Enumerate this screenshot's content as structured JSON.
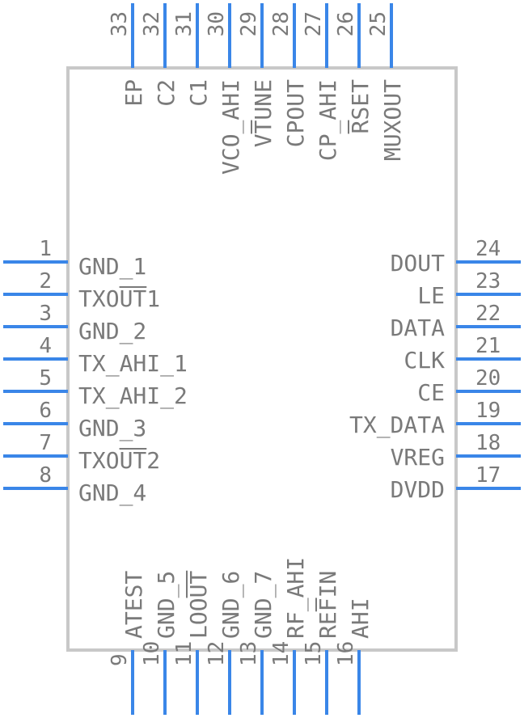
{
  "component": {
    "left_pins": [
      {
        "number": "1",
        "name": "GND_1"
      },
      {
        "number": "2",
        "name": "TXOUT1"
      },
      {
        "number": "3",
        "name": "GND_2"
      },
      {
        "number": "4",
        "name": "TX_AHI_1"
      },
      {
        "number": "5",
        "name": "TX_AHI_2"
      },
      {
        "number": "6",
        "name": "GND_3"
      },
      {
        "number": "7",
        "name": "TXOUT2"
      },
      {
        "number": "8",
        "name": "GND_4"
      }
    ],
    "right_pins": [
      {
        "number": "24",
        "name": "DOUT"
      },
      {
        "number": "23",
        "name": "LE"
      },
      {
        "number": "22",
        "name": "DATA"
      },
      {
        "number": "21",
        "name": "CLK"
      },
      {
        "number": "20",
        "name": "CE"
      },
      {
        "number": "19",
        "name": "TX_DATA"
      },
      {
        "number": "18",
        "name": "VREG"
      },
      {
        "number": "17",
        "name": "DVDD"
      }
    ],
    "top_pins": [
      {
        "number": "33",
        "name": "EP"
      },
      {
        "number": "32",
        "name": "C2"
      },
      {
        "number": "31",
        "name": "C1"
      },
      {
        "number": "30",
        "name": "VCO_AHI"
      },
      {
        "number": "29",
        "name": "VTUNE"
      },
      {
        "number": "28",
        "name": "CPOUT"
      },
      {
        "number": "27",
        "name": "CP_AHI"
      },
      {
        "number": "26",
        "name": "RSET"
      },
      {
        "number": "25",
        "name": "MUXOUT"
      }
    ],
    "bottom_pins": [
      {
        "number": "9",
        "name": "ATEST"
      },
      {
        "number": "10",
        "name": "GND_5"
      },
      {
        "number": "11",
        "name": "LOOUT"
      },
      {
        "number": "12",
        "name": "GND_6"
      },
      {
        "number": "13",
        "name": "GND_7"
      },
      {
        "number": "14",
        "name": "RF_AHI"
      },
      {
        "number": "15",
        "name": "REFIN"
      },
      {
        "number": "16",
        "name": "AHI"
      }
    ],
    "colors": {
      "pin": "#3a86e8",
      "body": "#c8c8c8",
      "text": "#7a7a7a"
    }
  }
}
